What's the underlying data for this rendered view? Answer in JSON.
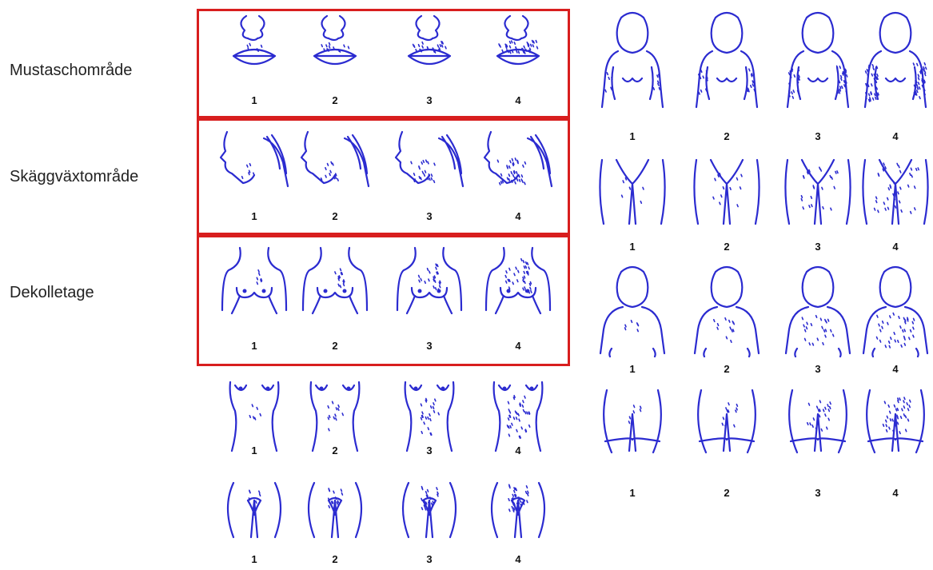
{
  "labels": {
    "moustache": "Mustaschområde",
    "beard": "Skäggväxtområde",
    "decolletage": "Dekolletage"
  },
  "numbers": [
    "1",
    "2",
    "3",
    "4"
  ],
  "colors": {
    "ink": "#2b2bd0",
    "highlight": "#d81e1e"
  }
}
